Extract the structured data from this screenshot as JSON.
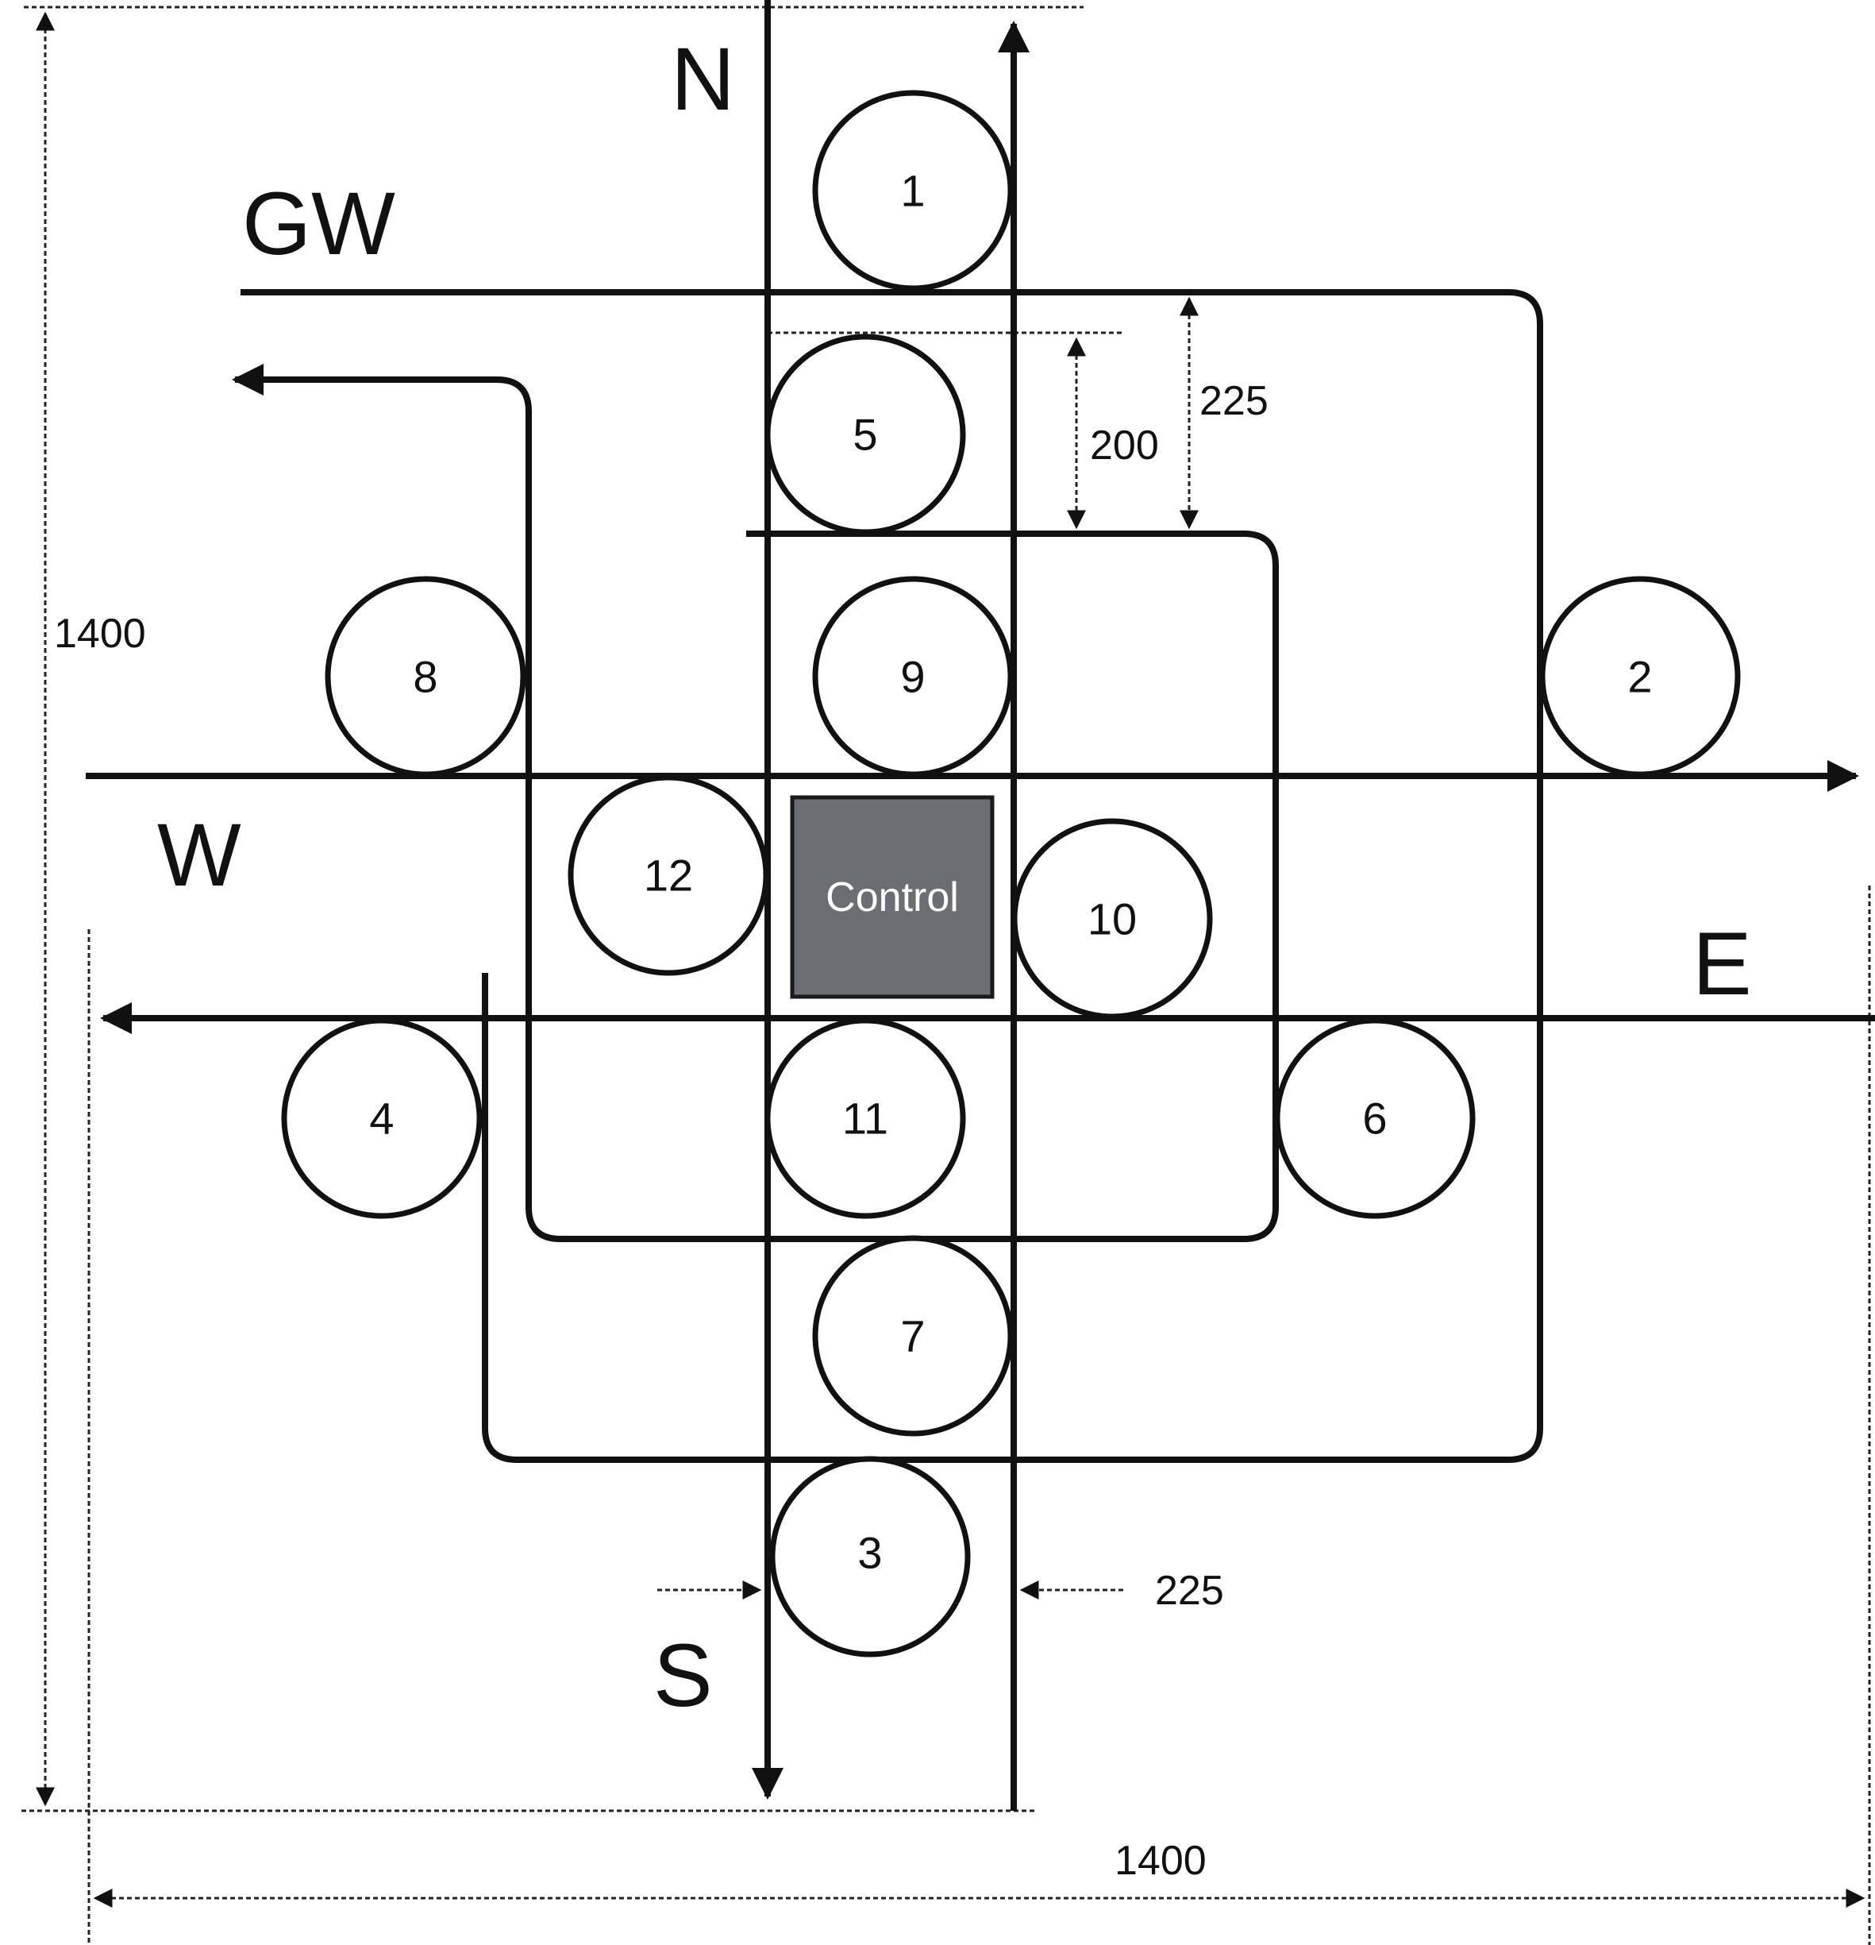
{
  "diagram": {
    "title": "Intersection layout with numbered zones and control unit",
    "directions": {
      "north": "N",
      "south": "S",
      "east": "E",
      "west": "W",
      "gateway": "GW"
    },
    "control_label": "Control",
    "zones": [
      {
        "id": "1",
        "label": "1"
      },
      {
        "id": "2",
        "label": "2"
      },
      {
        "id": "3",
        "label": "3"
      },
      {
        "id": "4",
        "label": "4"
      },
      {
        "id": "5",
        "label": "5"
      },
      {
        "id": "6",
        "label": "6"
      },
      {
        "id": "7",
        "label": "7"
      },
      {
        "id": "8",
        "label": "8"
      },
      {
        "id": "9",
        "label": "9"
      },
      {
        "id": "10",
        "label": "10"
      },
      {
        "id": "11",
        "label": "11"
      },
      {
        "id": "12",
        "label": "12"
      }
    ],
    "dimensions": {
      "total_height": "1400",
      "total_width": "1400",
      "lane_width": "225",
      "gw_offset": "225",
      "inner_offset": "200"
    }
  }
}
